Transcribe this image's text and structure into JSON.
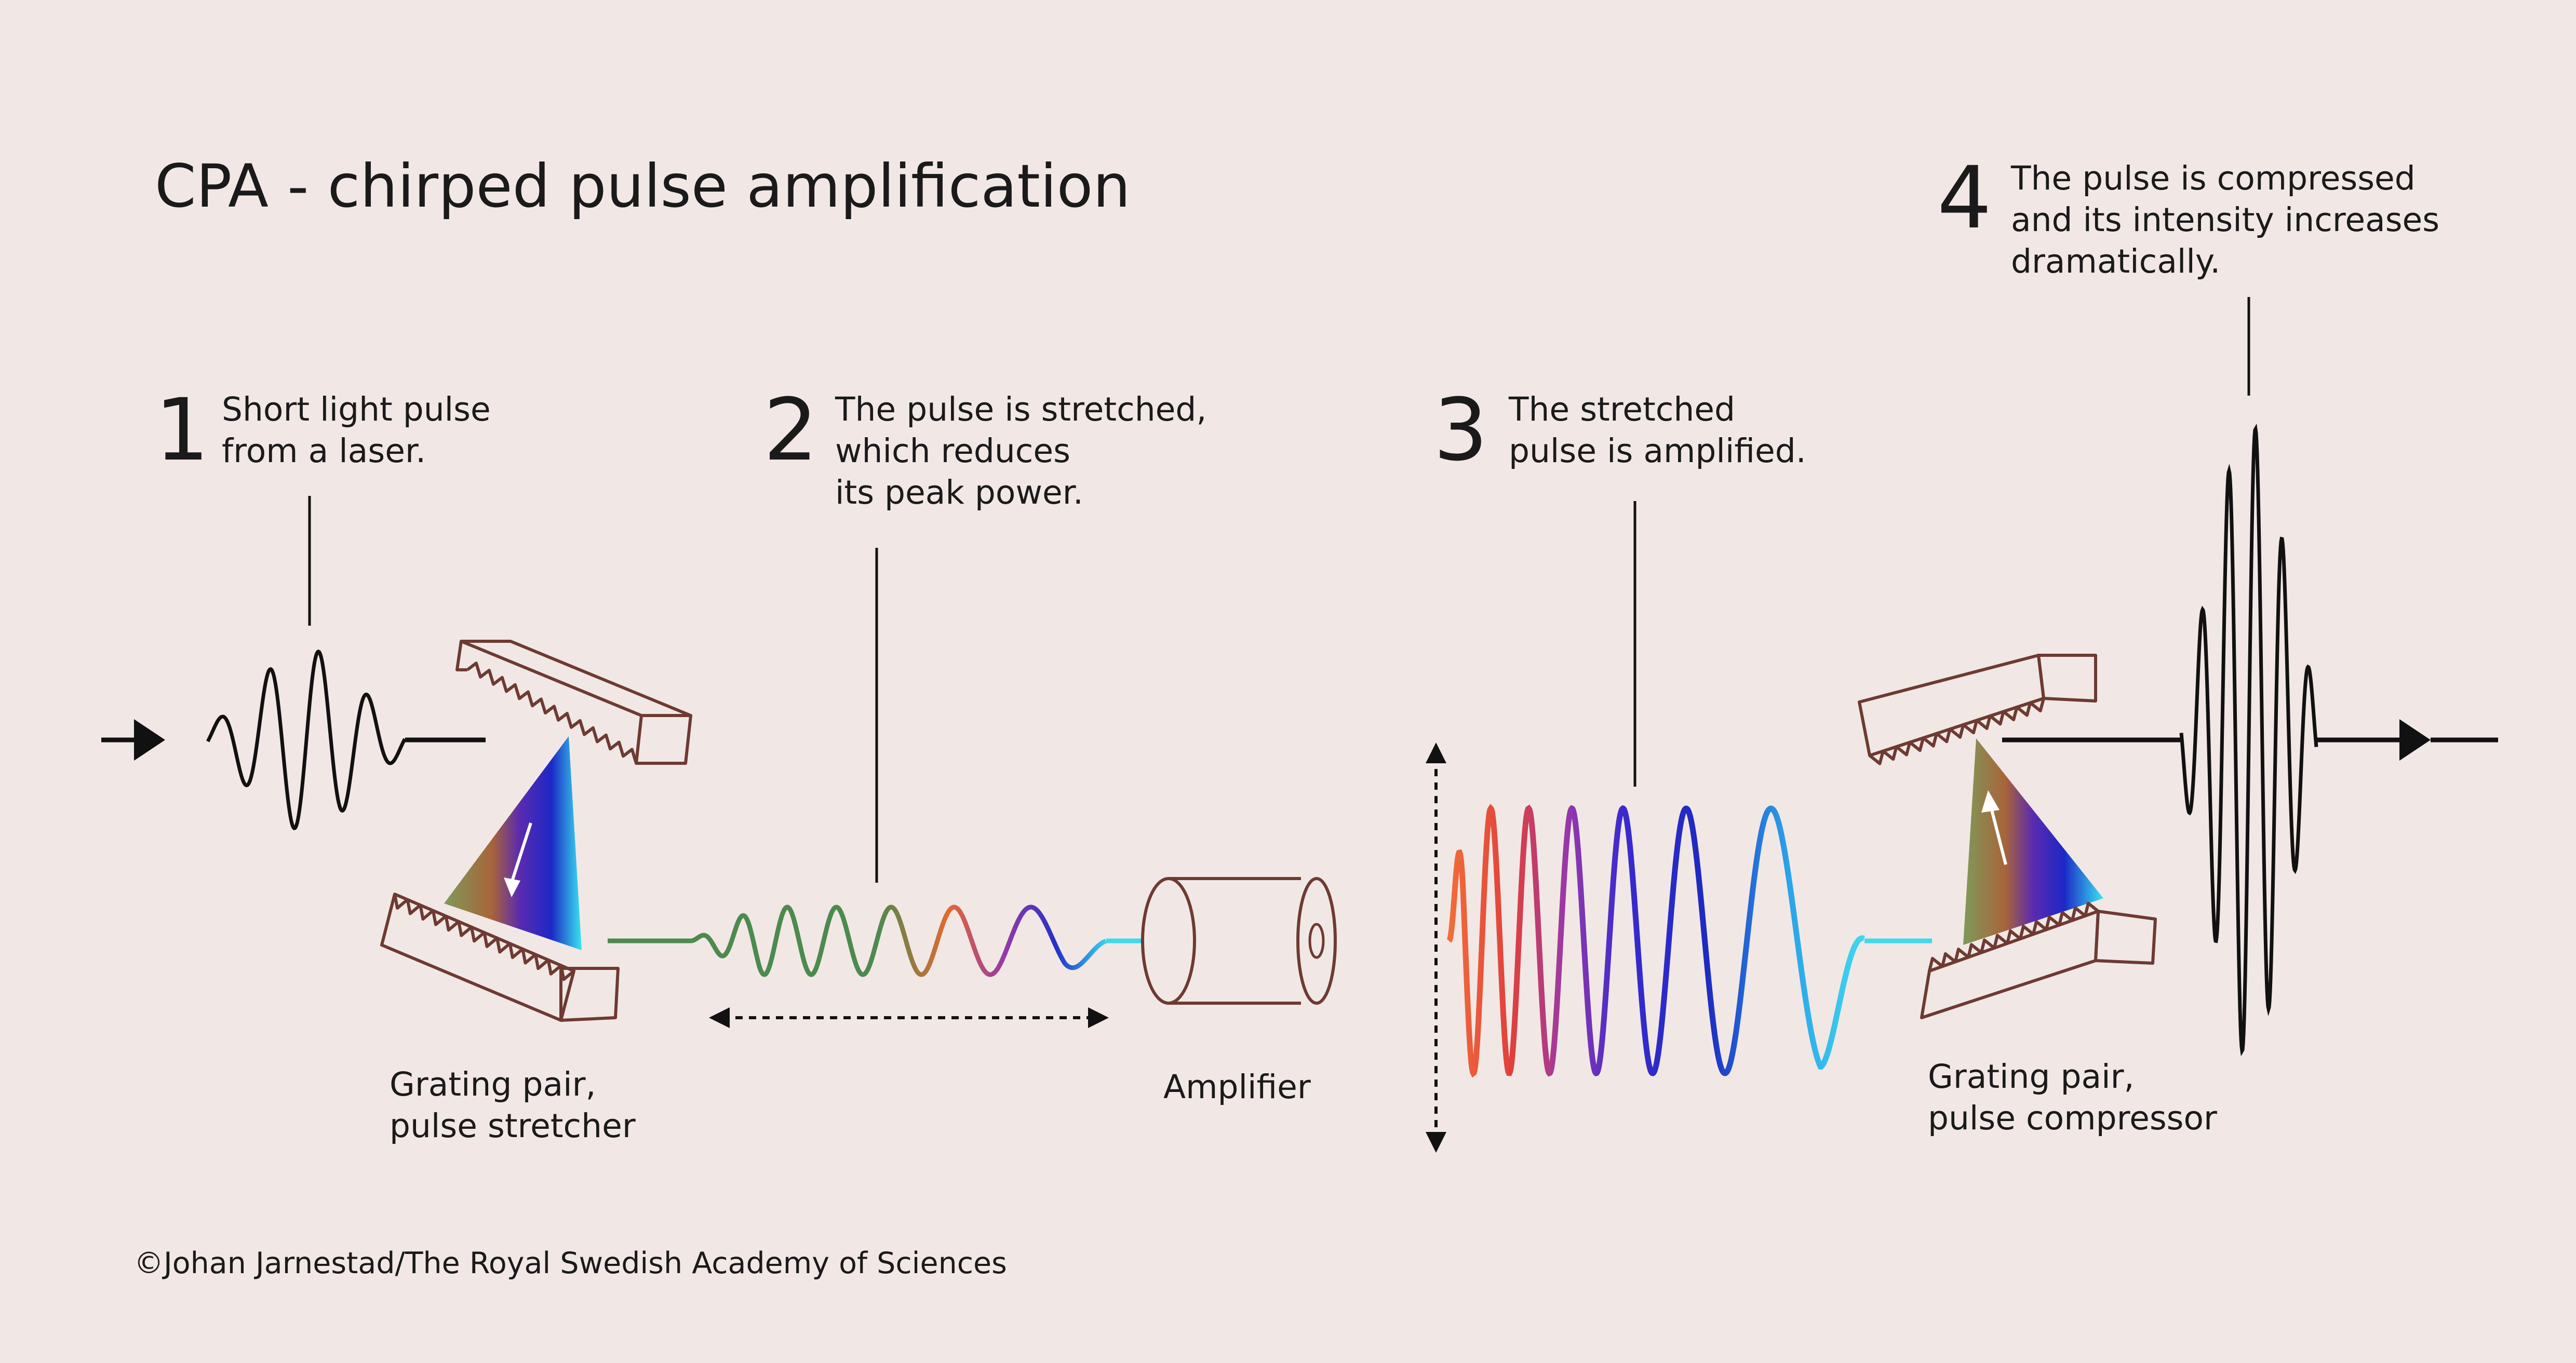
{
  "title": "CPA - chirped pulse amplification",
  "steps": [
    {
      "number": "1",
      "lines": [
        "Short light pulse",
        "from a laser."
      ]
    },
    {
      "number": "2",
      "lines": [
        "The pulse is stretched,",
        "which reduces",
        "its peak power."
      ]
    },
    {
      "number": "3",
      "lines": [
        "The stretched",
        "pulse is amplified."
      ]
    },
    {
      "number": "4",
      "lines": [
        "The pulse is compressed",
        "and its intensity increases",
        "dramatically."
      ]
    }
  ],
  "labels": {
    "stretcher": [
      "Grating pair,",
      "pulse stretcher"
    ],
    "amplifier": "Amplifier",
    "compressor": [
      "Grating pair,",
      "pulse compressor"
    ]
  },
  "credit": "©Johan Jarnestad/The Royal Swedish Academy of Sciences",
  "colors": {
    "background": "#f1e8e5",
    "ink": "#111111",
    "grating": "#6e3a32",
    "spectrum": [
      "#f2723c",
      "#e0483c",
      "#a33aa8",
      "#5a2ad8",
      "#1d28c6",
      "#2c8ce8",
      "#40d8ee"
    ]
  }
}
